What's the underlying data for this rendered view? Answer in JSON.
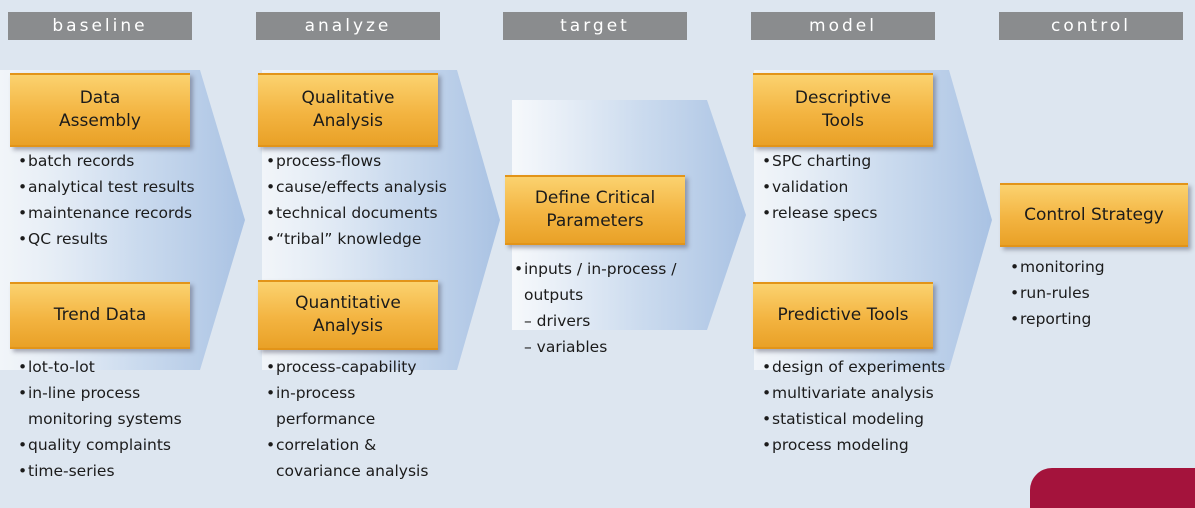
{
  "phases": [
    "baseline",
    "analyze",
    "target",
    "model",
    "control"
  ],
  "baseline": {
    "top_box": "Data\nAssembly",
    "top_items": [
      "batch records",
      "analytical test results",
      "maintenance records",
      "QC results"
    ],
    "bottom_box": "Trend Data",
    "bottom_items": [
      "lot-to-lot",
      "in-line process\nmonitoring systems",
      "quality complaints",
      "time-series"
    ]
  },
  "analyze": {
    "top_box": "Qualitative\nAnalysis",
    "top_items": [
      "process-flows",
      "cause/effects analysis",
      "technical documents",
      "“tribal” knowledge"
    ],
    "bottom_box": "Quantitative\nAnalysis",
    "bottom_items": [
      "process-capability",
      "in-process\nperformance",
      "correlation &\ncovariance analysis"
    ]
  },
  "target": {
    "box": "Define Critical\nParameters",
    "item": "inputs / in-process /\noutputs",
    "sub_items": [
      "– drivers",
      "– variables"
    ]
  },
  "model": {
    "top_box": "Descriptive\nTools",
    "top_items": [
      "SPC charting",
      "validation",
      "release specs"
    ],
    "bottom_box": "Predictive Tools",
    "bottom_items": [
      "design of experiments",
      "multivariate analysis",
      "statistical modeling",
      "process modeling"
    ]
  },
  "control": {
    "box": "Control Strategy",
    "items": [
      "monitoring",
      "run-rules",
      "reporting"
    ]
  },
  "colors": {
    "background": "#dde6f0",
    "phase_header": "#8a8c8e",
    "box_orange": "#f3b441",
    "arrow_blue": "#b7cde8",
    "corner_accent": "#a4133c"
  }
}
